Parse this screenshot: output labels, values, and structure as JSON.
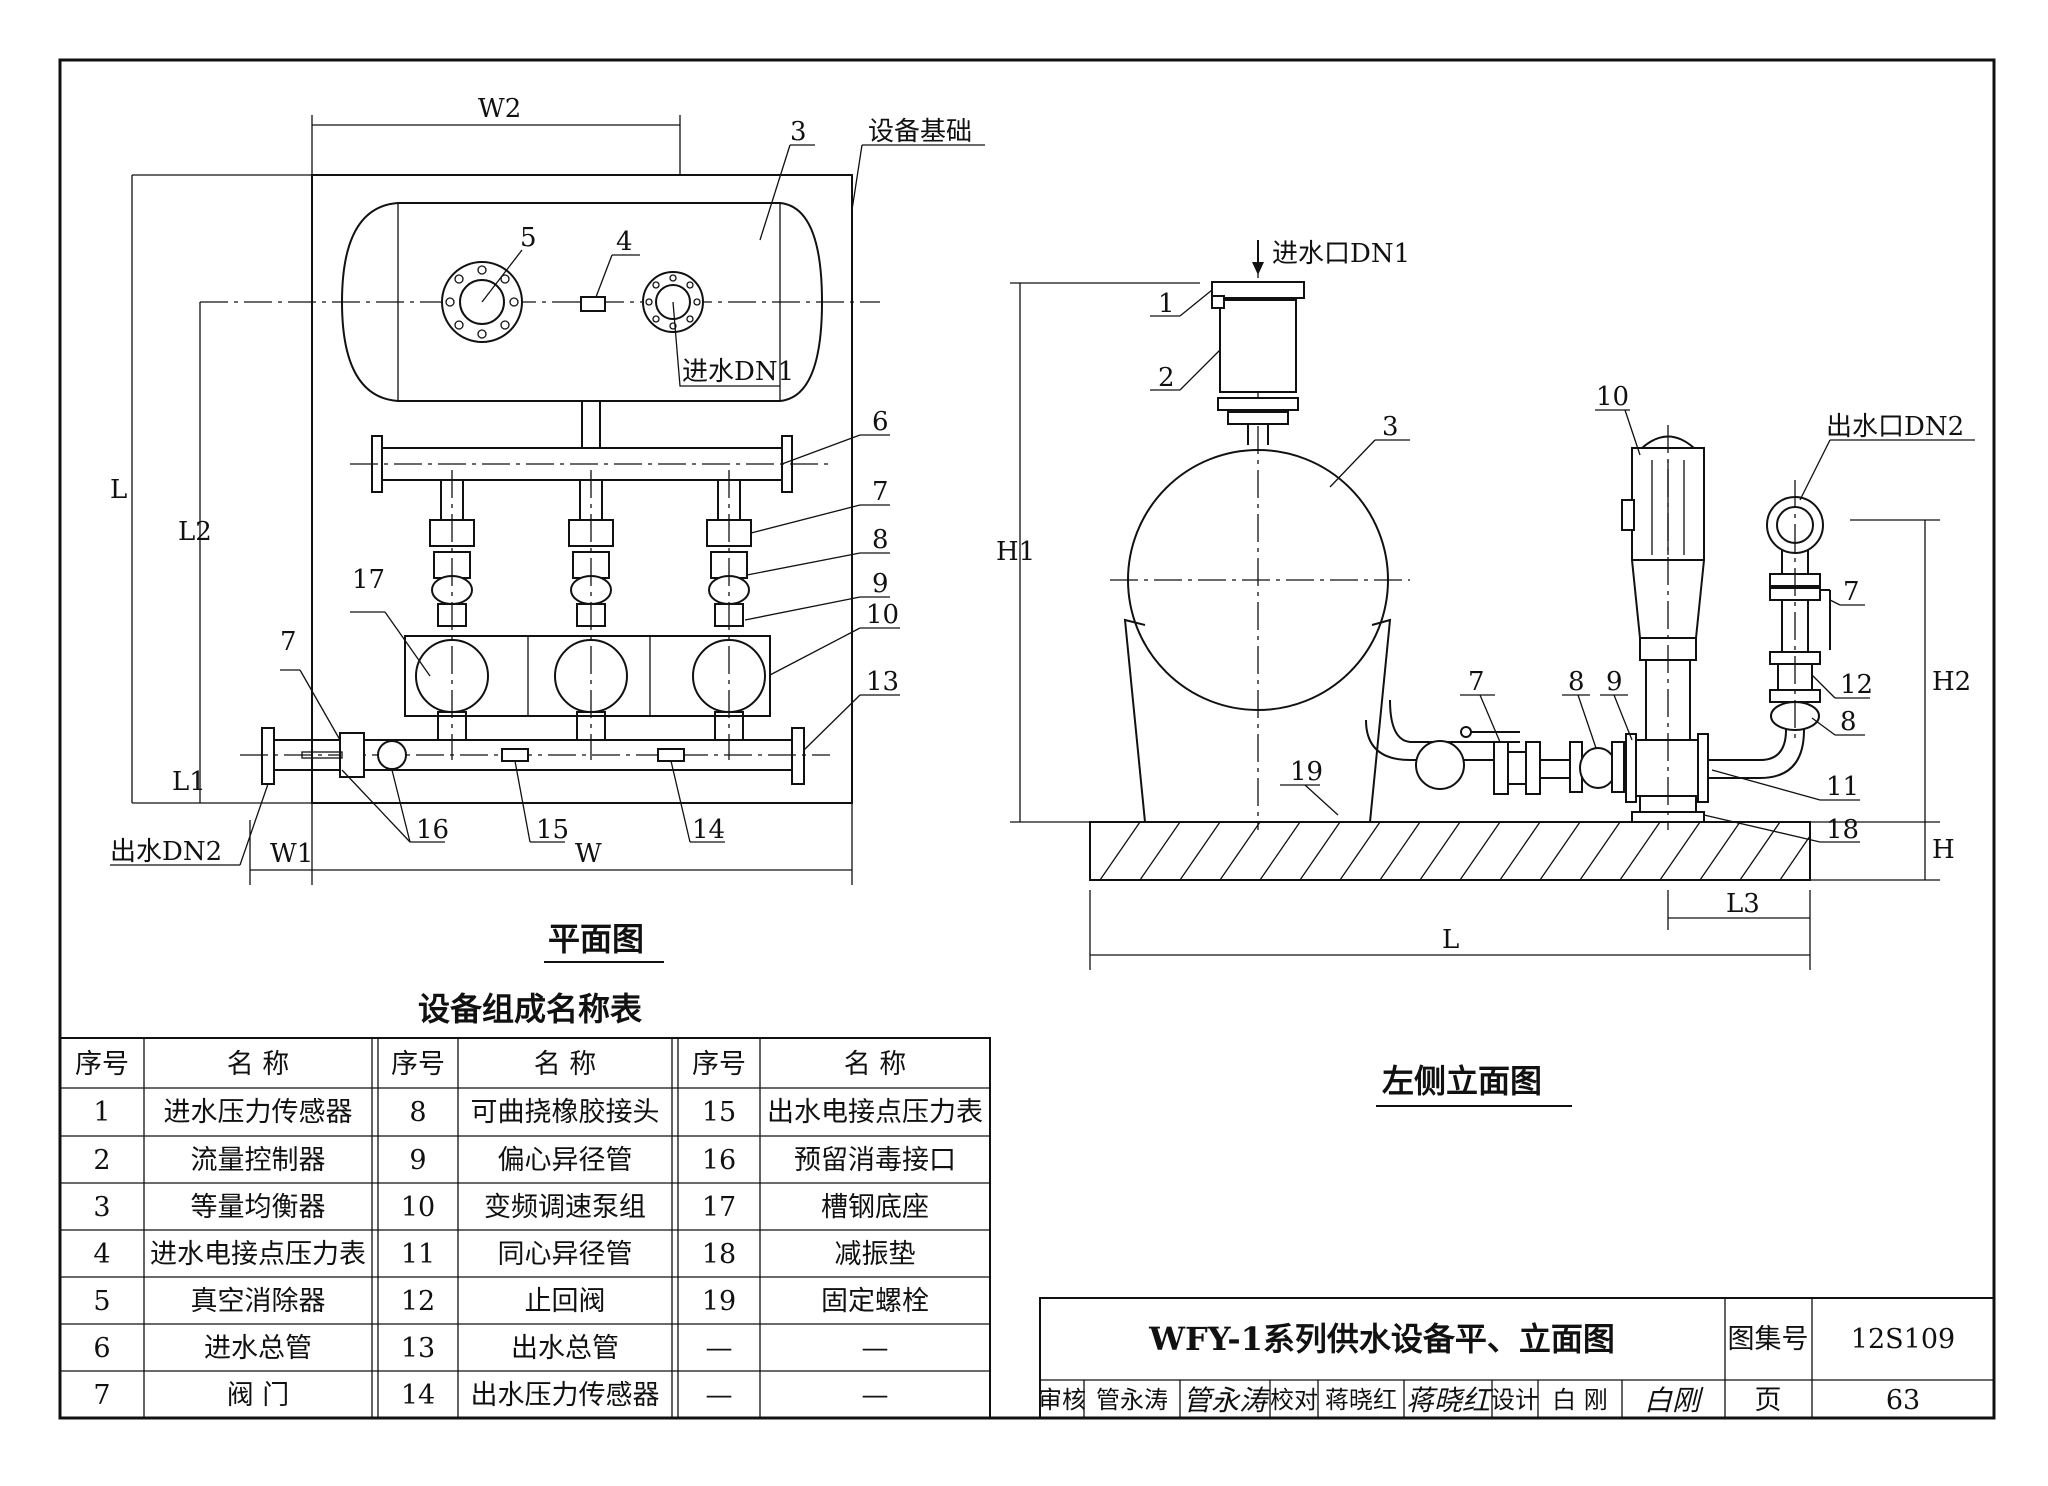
{
  "plan": {
    "caption": "平面图",
    "dims": {
      "w2": "W2",
      "l": "L",
      "l2": "L2",
      "l1": "L1",
      "w1": "W1",
      "w": "W"
    },
    "labels": {
      "foundation": "设备基础",
      "inlet": "进水DN1",
      "outlet": "出水DN2",
      "n3": "3",
      "n4": "4",
      "n5": "5",
      "n6": "6",
      "n7a": "7",
      "n7b": "7",
      "n8": "8",
      "n9": "9",
      "n10": "10",
      "n13": "13",
      "n14": "14",
      "n15": "15",
      "n16": "16",
      "n17": "17"
    }
  },
  "elevation": {
    "caption": "左侧立面图",
    "dims": {
      "h1": "H1",
      "h2": "H2",
      "h": "H",
      "l": "L",
      "l3": "L3"
    },
    "labels": {
      "inlet": "进水口DN1",
      "outlet": "出水口DN2",
      "n1": "1",
      "n2": "2",
      "n3": "3",
      "n7a": "7",
      "n7b": "7",
      "n8a": "8",
      "n8b": "8",
      "n9": "9",
      "n10": "10",
      "n11": "11",
      "n12": "12",
      "n18": "18",
      "n19": "19"
    }
  },
  "parts_table": {
    "title": "设备组成名称表",
    "headers": [
      "序号",
      "名 称",
      "序号",
      "名 称",
      "序号",
      "名 称"
    ],
    "rows": [
      [
        "1",
        "进水压力传感器",
        "8",
        "可曲挠橡胶接头",
        "15",
        "出水电接点压力表"
      ],
      [
        "2",
        "流量控制器",
        "9",
        "偏心异径管",
        "16",
        "预留消毒接口"
      ],
      [
        "3",
        "等量均衡器",
        "10",
        "变频调速泵组",
        "17",
        "槽钢底座"
      ],
      [
        "4",
        "进水电接点压力表",
        "11",
        "同心异径管",
        "18",
        "减振垫"
      ],
      [
        "5",
        "真空消除器",
        "12",
        "止回阀",
        "19",
        "固定螺栓"
      ],
      [
        "6",
        "进水总管",
        "13",
        "出水总管",
        "—",
        "—"
      ],
      [
        "7",
        "阀 门",
        "14",
        "出水压力传感器",
        "—",
        "—"
      ]
    ]
  },
  "title_block": {
    "title": "WFY-1系列供水设备平、立面图",
    "atlas_label": "图集号",
    "atlas_no": "12S109",
    "review_label": "审核",
    "reviewer": "管永涛",
    "reviewer_sig": "管永涛",
    "check_label": "校对",
    "checker": "蒋晓红",
    "checker_sig": "蒋晓红",
    "design_label": "设计",
    "designer": "白 刚",
    "designer_sig": "白刚",
    "page_label": "页",
    "page_no": "63"
  }
}
